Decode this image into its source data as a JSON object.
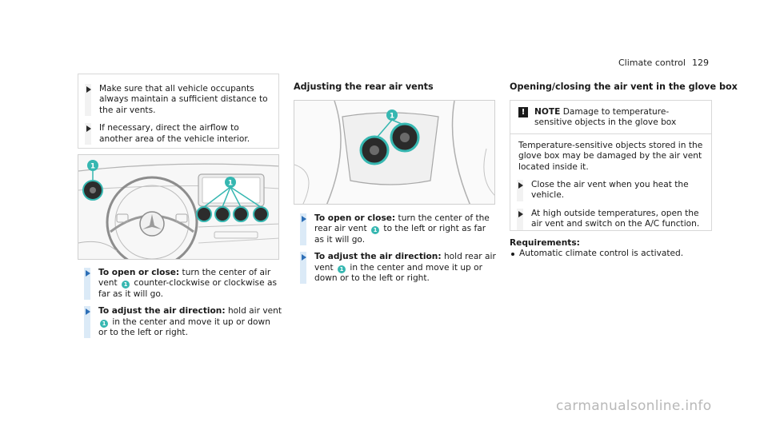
{
  "header": {
    "section": "Climate control",
    "page_number": "129"
  },
  "left": {
    "box_steps": [
      "Make sure that all vehicle occupants always maintain a sufficient distance to the air vents.",
      "If necessary, direct the airflow to another area of the vehicle interior."
    ],
    "figure_callouts": [
      "1",
      "1"
    ],
    "step1": {
      "bold": "To open or close:",
      "pre": " turn the center of air vent ",
      "num": "1",
      "post": " counter-clockwise or clockwise as far as it will go."
    },
    "step2": {
      "bold": "To adjust the air direction:",
      "pre": " hold air vent ",
      "num": "1",
      "post": " in the center and move it up or down or to the left or right."
    }
  },
  "middle": {
    "title": "Adjusting the rear air vents",
    "figure_callout": "1",
    "step1": {
      "bold": "To open or close:",
      "pre": " turn the center of the rear air vent ",
      "num": "1",
      "post": " to the left or right as far as it will go."
    },
    "step2": {
      "bold": "To adjust the air direction:",
      "pre": " hold rear air vent ",
      "num": "1",
      "post": " in the center and move it up or down or to the left or right."
    }
  },
  "right": {
    "title": "Opening/closing the air vent in the glove box",
    "note": {
      "icon": "!",
      "label": "NOTE",
      "heading": "Damage to temperature-sensitive objects in the glove box",
      "body": "Temperature-sensitive objects stored in the glove box may be damaged by the air vent located inside it.",
      "steps": [
        "Close the air vent when you heat the vehicle.",
        "At high outside temperatures, open the air vent and switch on the A/C function."
      ]
    },
    "requirements_title": "Requirements:",
    "requirements": [
      "Automatic climate control is activated."
    ]
  },
  "watermark": "carmanualsonline.info",
  "colors": {
    "callout": "#36b7b1",
    "step_bar": "#dbeaf7",
    "step_arrow": "#2d6fb7"
  }
}
